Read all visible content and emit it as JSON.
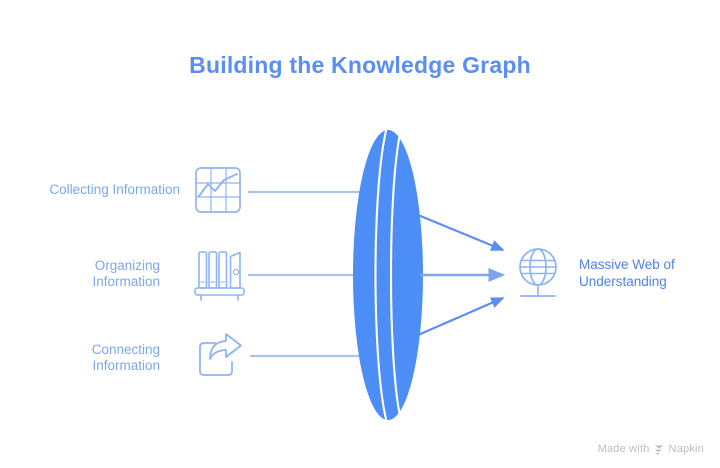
{
  "title": "Building the Knowledge Graph",
  "inputs": [
    {
      "label": "Collecting Information",
      "icon": "chart-grid-icon"
    },
    {
      "label": "Organizing\nInformation",
      "label_line1": "Organizing",
      "label_line2": "Information",
      "icon": "books-shelf-icon"
    },
    {
      "label": "Connecting\nInformation",
      "label_line1": "Connecting",
      "label_line2": "Information",
      "icon": "share-arrow-icon"
    }
  ],
  "center": {
    "name": "knowledge-graph-lens",
    "shape": "lens"
  },
  "output": {
    "label_line1": "Massive Web of",
    "label_line2": "Understanding",
    "icon": "globe-icon"
  },
  "watermark": {
    "prefix": "Made with",
    "brand": "Napkin",
    "icon": "napkin-logo-icon"
  },
  "colors": {
    "background": "#ffffff",
    "title": "#5b8ef2",
    "input_label": "#7ea6ec",
    "output_label": "#4f82e8",
    "lens_fill": "#4d8df6",
    "lens_highlight": "#ffffff",
    "icon_stroke": "#8fb4f2",
    "connector": "#a8c4f0",
    "arrow": "#5b8ef2",
    "watermark": "#bdbdbd"
  }
}
